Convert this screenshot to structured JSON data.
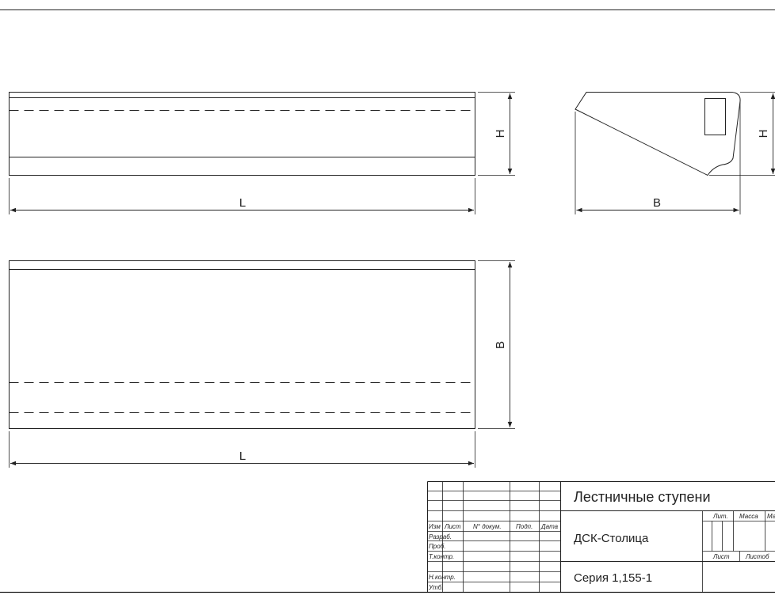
{
  "drawing": {
    "dim_L_front": "L",
    "dim_H_front": "H",
    "dim_B_side": "B",
    "dim_H_side": "H",
    "dim_L_top": "L",
    "dim_B_top": "B"
  },
  "title_block": {
    "title": "Лестничные ступени",
    "organization": "ДСК-Столица",
    "series": "Серия 1,155-1",
    "header": {
      "izm": "Изм",
      "list": "Лист",
      "doc_no": "N° докум.",
      "sign": "Подп.",
      "date": "Дата"
    },
    "roles": {
      "developer": "Разраб.",
      "checker": "Проб.",
      "tech_control": "Т.контр.",
      "norm_control": "Н.контр.",
      "approved": "Утб."
    },
    "right": {
      "lit": "Лит.",
      "mass": "Масса",
      "scale": "Ма",
      "sheet": "Лист",
      "sheets": "Листоб"
    }
  }
}
